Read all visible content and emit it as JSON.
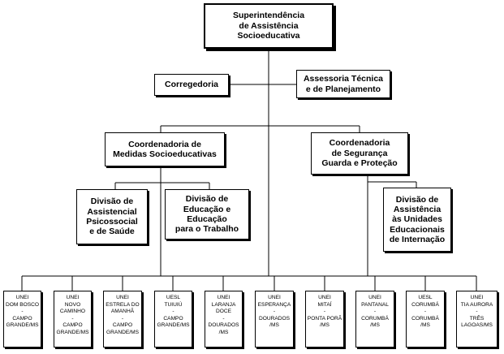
{
  "nodes": {
    "superintendencia": "Superintendência\nde Assistência\nSocioeducativa",
    "corregedoria": "Corregedoria",
    "assessoria": "Assessoria Técnica\ne de Planejamento",
    "coord_medidas": "Coordenadoria de\nMedidas Socioeducativas",
    "coord_seguranca": "Coordenadoria\nde Segurança\nGuarda e Proteção",
    "div_assistencial": "Divisão de\nAssistencial\nPsicossocial\ne de Saúde",
    "div_educacao": "Divisão de\nEducação e\nEducação\npara o Trabalho",
    "div_internacao": "Divisão de\nAssistência\nàs Unidades\nEducacionais\nde Internação"
  },
  "units": [
    "UNEI\nDOM BOSCO\n-\nCAMPO\nGRANDE/MS",
    "UNEI\nNOVO\nCAMINHO\n-\nCAMPO\nGRANDE/MS",
    "UNEI\nESTRELA DO\nAMANHÃ\n-\nCAMPO\nGRANDE/MS",
    "UESL\nTUIUIÚ\n-\nCAMPO\nGRANDE/MS",
    "UNEI\nLARANJA\nDOCE\n-\nDOURADOS\n/MS",
    "UNEI\nESPERANÇA\n-\nDOURADOS\n/MS",
    "UNEI\nMITAÍ\n-\nPONTA PORÃ\n/MS",
    "UNEI\nPANTANAL\n-\nCORUMBÁ\n/MS",
    "UESL\nCORUMBÁ\n-\nCORUMBÁ\n/MS",
    "UNEI\nTIA AURORA\n-\nTRÊS\nLAGOAS/MS"
  ]
}
